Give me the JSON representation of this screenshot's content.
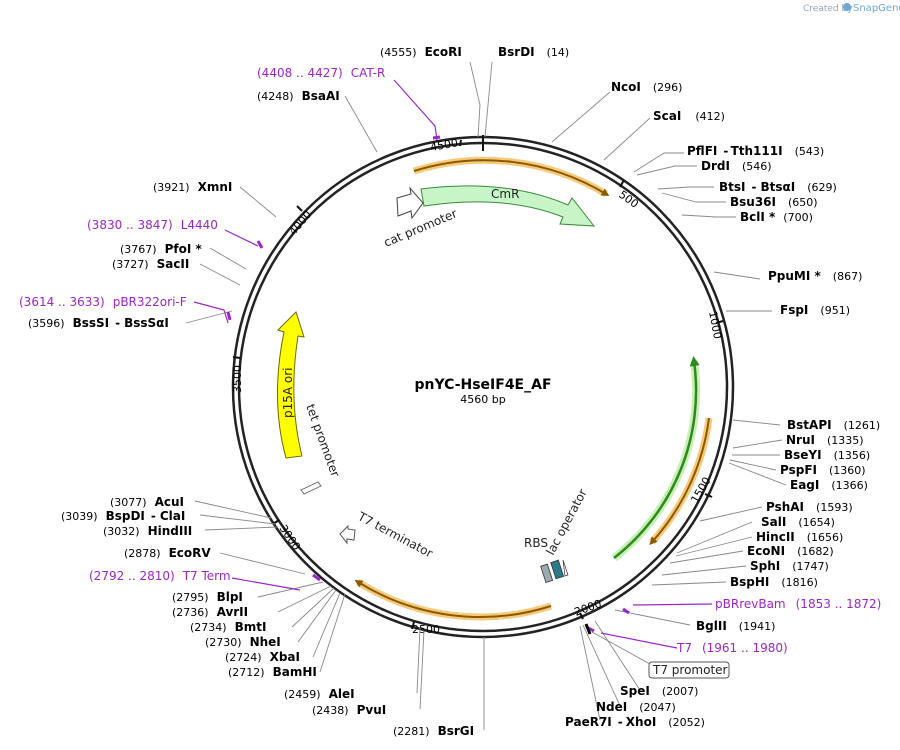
{
  "header": {
    "created_by": "Created by",
    "brand": "SnapGene"
  },
  "plasmid": {
    "name": "pnYC-HseIF4E_AF",
    "size_text": "4560 bp"
  },
  "ticks": [
    "500",
    "1000",
    "1500",
    "2000",
    "2500",
    "3000",
    "3500",
    "4000",
    "4500"
  ],
  "features": {
    "cmr": "CmR",
    "cat_promoter": "cat promoter",
    "p15a_ori": "p15A ori",
    "tet_promoter": "tet promoter",
    "t7_terminator": "T7 terminator",
    "rbs": "RBS",
    "lac_operator": "lac operator",
    "t7_promoter": "T7 promoter"
  },
  "enzymes": [
    {
      "pre": "(4555)",
      "name": "EcoRI"
    },
    {
      "name": "BsrDI",
      "post": "(14)"
    },
    {
      "name": "NcoI",
      "post": "(296)"
    },
    {
      "name": "ScaI",
      "post": "(412)"
    },
    {
      "name": "PflFI",
      "sep": "-",
      "name2": "Tth111I",
      "post": "(543)"
    },
    {
      "name": "DrdI",
      "post": "(546)"
    },
    {
      "name": "BtsI",
      "sep": "-",
      "name2": "BtsαI",
      "post": "(629)"
    },
    {
      "name": "Bsu36I",
      "post": "(650)"
    },
    {
      "name": "BclI *",
      "post": "(700)"
    },
    {
      "name": "PpuMI *",
      "post": "(867)"
    },
    {
      "name": "FspI",
      "post": "(951)"
    },
    {
      "name": "BstAPI",
      "post": "(1261)"
    },
    {
      "name": "NruI",
      "post": "(1335)"
    },
    {
      "name": "BseYI",
      "post": "(1356)"
    },
    {
      "name": "PspFI",
      "post": "(1360)"
    },
    {
      "name": "EagI",
      "post": "(1366)"
    },
    {
      "name": "PshAI",
      "post": "(1593)"
    },
    {
      "name": "SalI",
      "post": "(1654)"
    },
    {
      "name": "HincII",
      "post": "(1656)"
    },
    {
      "name": "EcoNI",
      "post": "(1682)"
    },
    {
      "name": "SphI",
      "post": "(1747)"
    },
    {
      "name": "BspHI",
      "post": "(1816)"
    },
    {
      "name": "BglII",
      "post": "(1941)"
    },
    {
      "name": "SpeI",
      "post": "(2007)"
    },
    {
      "name": "NdeI",
      "post": "(2047)"
    },
    {
      "name": "PaeR7I",
      "sep": "-",
      "name2": "XhoI",
      "post": "(2052)"
    },
    {
      "pre": "(2281)",
      "name": "BsrGI"
    },
    {
      "pre": "(2438)",
      "name": "PvuI"
    },
    {
      "pre": "(2459)",
      "name": "AleI"
    },
    {
      "pre": "(2712)",
      "name": "BamHI"
    },
    {
      "pre": "(2724)",
      "name": "XbaI"
    },
    {
      "pre": "(2730)",
      "name": "NheI"
    },
    {
      "pre": "(2734)",
      "name": "BmtI"
    },
    {
      "pre": "(2736)",
      "name": "AvrII"
    },
    {
      "pre": "(2795)",
      "name": "BlpI"
    },
    {
      "pre": "(2878)",
      "name": "EcoRV"
    },
    {
      "pre": "(3032)",
      "name": "HindIII"
    },
    {
      "pre": "(3039)",
      "name": "BspDI",
      "sep": "-",
      "name2": "ClaI"
    },
    {
      "pre": "(3077)",
      "name": "AcuI"
    },
    {
      "pre": "(3596)",
      "name": "BssSI",
      "sep": "-",
      "name2": "BssSαI"
    },
    {
      "pre": "(3727)",
      "name": "SacII"
    },
    {
      "pre": "(3767)",
      "name": "PfoI *"
    },
    {
      "pre": "(3921)",
      "name": "XmnI"
    },
    {
      "pre": "(4248)",
      "name": "BsaAI"
    }
  ],
  "primers": [
    {
      "range": "(4408 .. 4427)",
      "name": "CAT-R"
    },
    {
      "range": "(3830 .. 3847)",
      "name": "L4440"
    },
    {
      "range": "(3614 .. 3633)",
      "name": "pBR322ori-F"
    },
    {
      "range": "(2792 .. 2810)",
      "name": "T7 Term"
    },
    {
      "name": "pBRrevBam",
      "range": "(1853 .. 1872)"
    },
    {
      "name": "T7",
      "range": "(1961 .. 1980)"
    }
  ],
  "colors": {
    "backbone": "#222222",
    "cmr": "#c7f5c7",
    "cmr_stroke": "#3a8a3a",
    "ori": "#ffff00",
    "ori_stroke": "#6a6a00",
    "orf_arrow": "#8a5a00",
    "orf_glow": "#f7c97a",
    "green_arrow": "#2d8a1e",
    "green_glow": "#c8f0b5",
    "primer": "#9c27c9",
    "rbs": "#9aa9b2",
    "lac": "#2a7a8a"
  }
}
